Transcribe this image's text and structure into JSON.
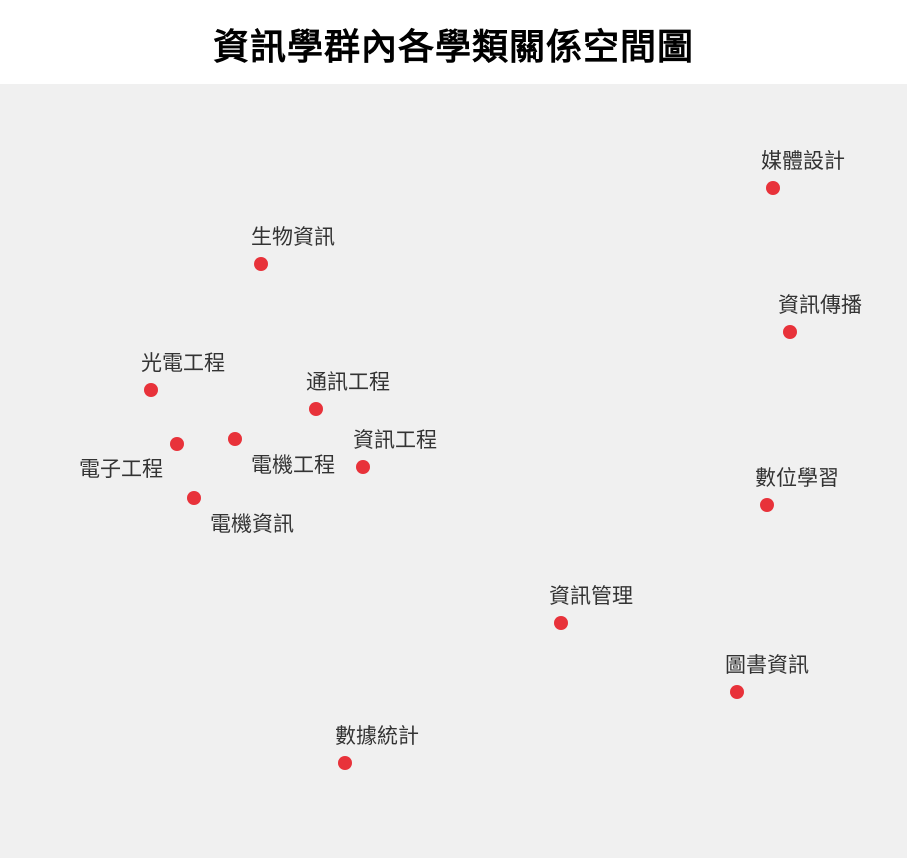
{
  "chart_data": {
    "type": "scatter",
    "title": "資訊學群內各學類關係空間圖",
    "xlim": [
      0,
      907
    ],
    "ylim": [
      84,
      858
    ],
    "grid": false,
    "legend": "none",
    "colors": {
      "background": "#f0f0f0",
      "marker": "#e8323a",
      "label": "#333333",
      "title": "#000000"
    },
    "points": [
      {
        "label": "媒體設計",
        "x": 773,
        "y": 188,
        "label_anchor": "above"
      },
      {
        "label": "生物資訊",
        "x": 261,
        "y": 264,
        "label_anchor": "above-right"
      },
      {
        "label": "資訊傳播",
        "x": 790,
        "y": 332,
        "label_anchor": "above"
      },
      {
        "label": "光電工程",
        "x": 151,
        "y": 390,
        "label_anchor": "above-right"
      },
      {
        "label": "通訊工程",
        "x": 316,
        "y": 409,
        "label_anchor": "above-right"
      },
      {
        "label": "電子工程",
        "x": 177,
        "y": 444,
        "label_anchor": "below-left"
      },
      {
        "label": "電機工程",
        "x": 235,
        "y": 439,
        "label_anchor": "below-right"
      },
      {
        "label": "資訊工程",
        "x": 363,
        "y": 467,
        "label_anchor": "above-right"
      },
      {
        "label": "數位學習",
        "x": 767,
        "y": 505,
        "label_anchor": "above"
      },
      {
        "label": "電機資訊",
        "x": 194,
        "y": 498,
        "label_anchor": "below-right"
      },
      {
        "label": "資訊管理",
        "x": 561,
        "y": 623,
        "label_anchor": "above"
      },
      {
        "label": "圖書資訊",
        "x": 737,
        "y": 692,
        "label_anchor": "above"
      },
      {
        "label": "數據統計",
        "x": 345,
        "y": 763,
        "label_anchor": "above-right"
      }
    ]
  }
}
